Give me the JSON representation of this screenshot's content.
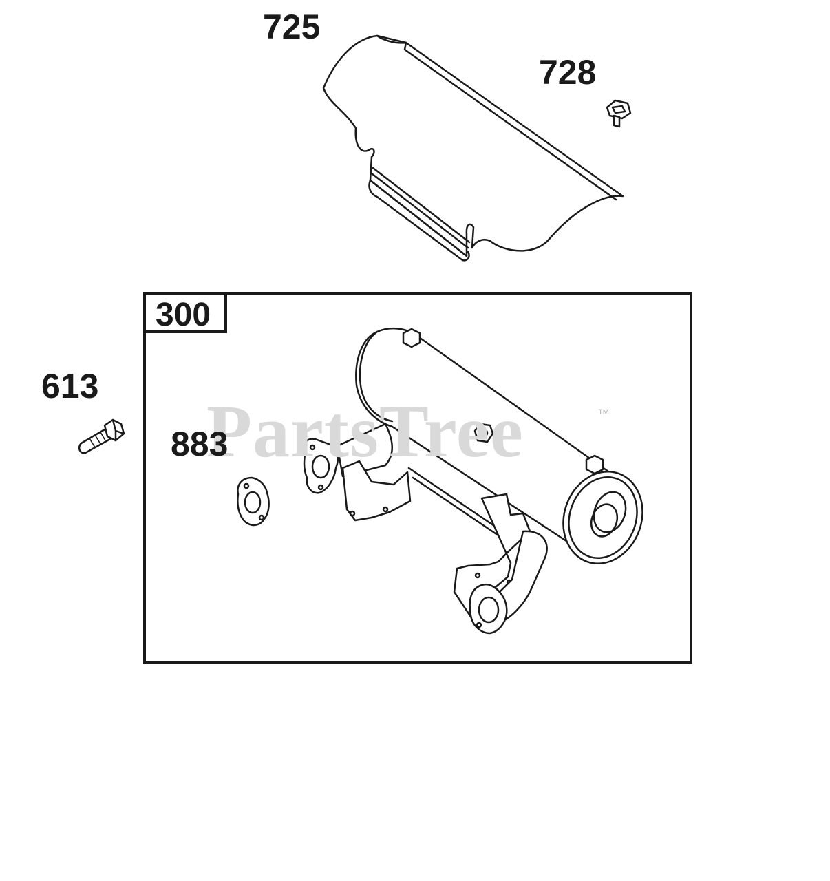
{
  "diagram": {
    "watermark": "PartsTree",
    "watermark_mark": "™",
    "kit": {
      "number": "300"
    },
    "callouts": {
      "heat_shield": "725",
      "screw": "728",
      "bolt": "613",
      "gasket": "883"
    },
    "colors": {
      "line": "#1a1a1a",
      "watermark": "#d9d9d9"
    }
  }
}
